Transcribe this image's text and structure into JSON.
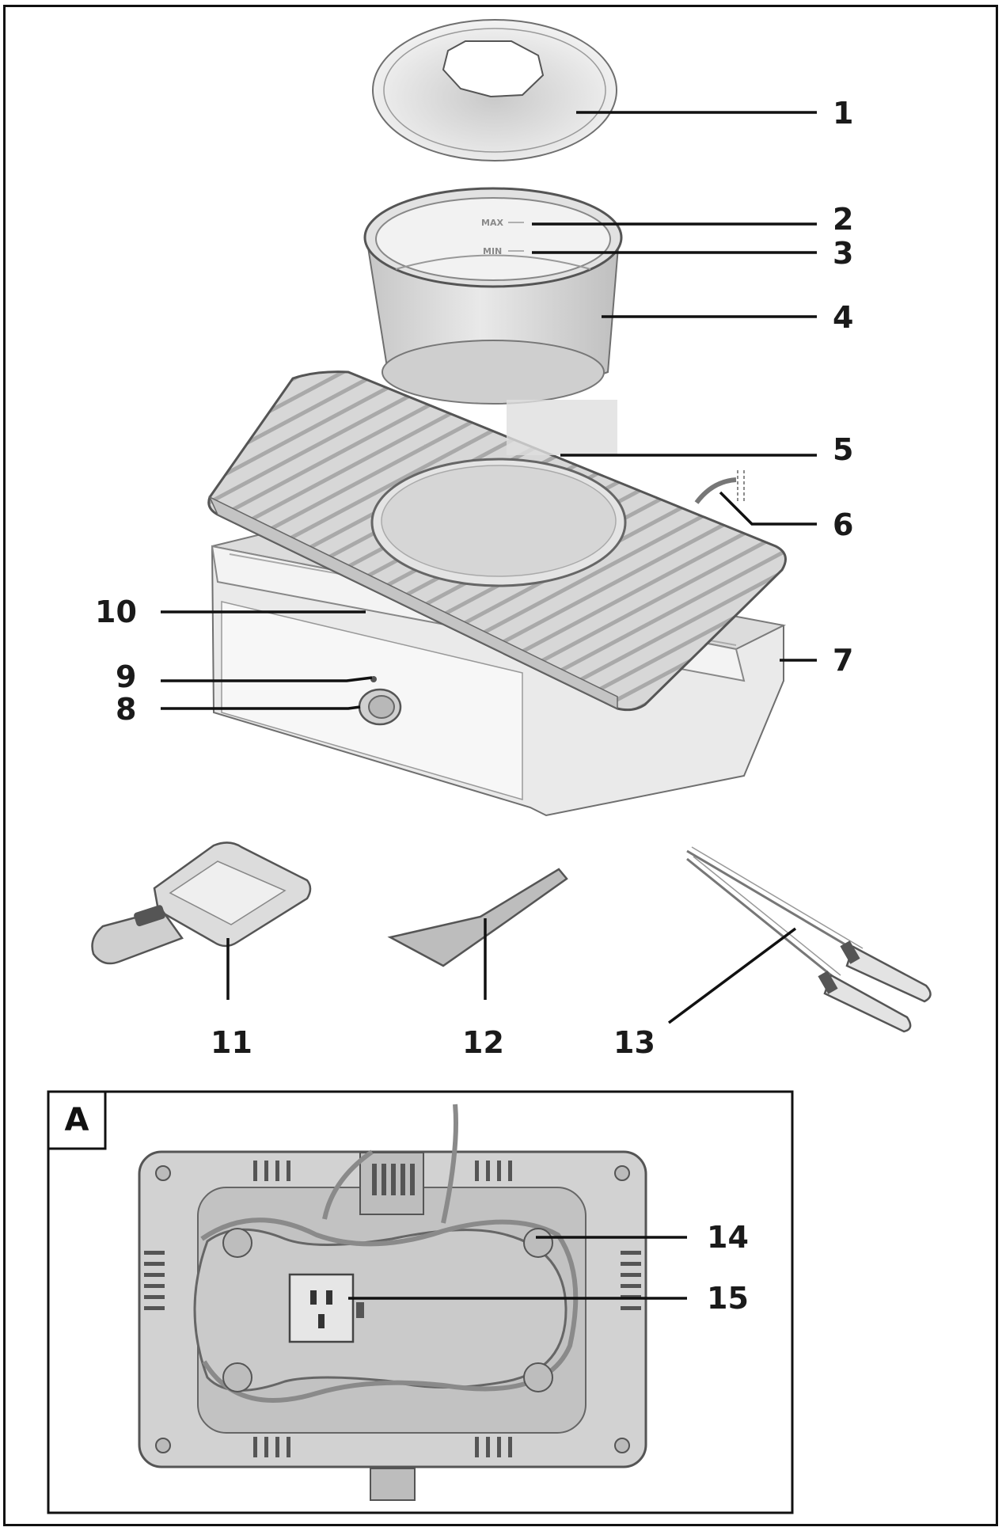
{
  "callouts": {
    "c1": "1",
    "c2": "2",
    "c3": "3",
    "c4": "4",
    "c5": "5",
    "c6": "6",
    "c7": "7",
    "c8": "8",
    "c9": "9",
    "c10": "10",
    "c11": "11",
    "c12": "12",
    "c13": "13",
    "c14": "14",
    "c15": "15"
  },
  "pot_markings": {
    "max": "MAX",
    "min": "MIN"
  },
  "panel": {
    "label": "A"
  },
  "colors": {
    "line": "#111111",
    "part_fill": "#d9d9d9",
    "part_fill_light": "#ececec",
    "part_stroke": "#6f6f6f"
  }
}
